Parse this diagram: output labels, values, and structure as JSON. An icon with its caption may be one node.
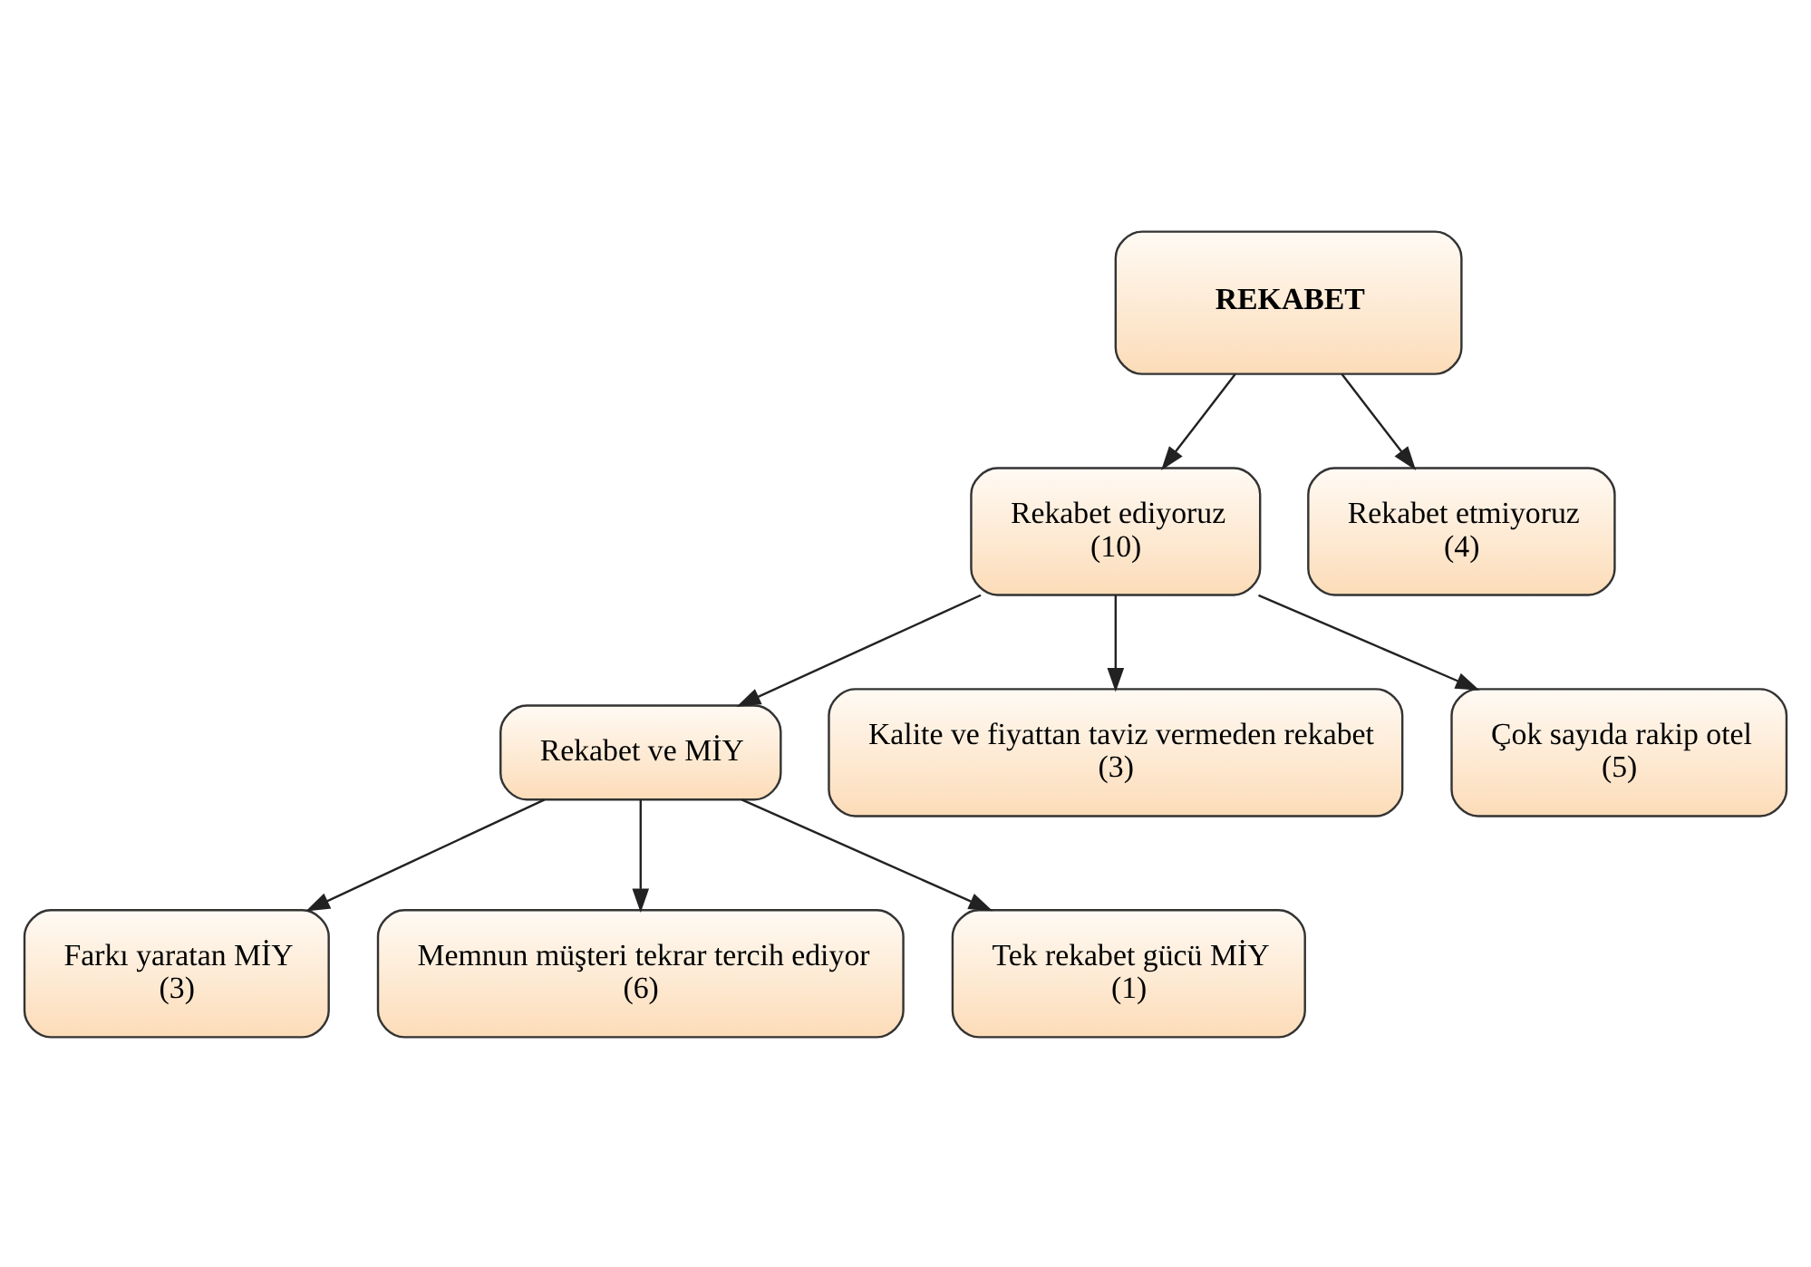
{
  "diagram": {
    "nodes": [
      {
        "text": [
          "REKABET"
        ]
      },
      {
        "text": [
          "Rekabet ediyoruz",
          "(10)"
        ]
      },
      {
        "text": [
          "Rekabet etmiyoruz",
          "(4)"
        ]
      },
      {
        "text": [
          "Rekabet ve MİY"
        ]
      },
      {
        "text": [
          "Kalite ve fiyattan taviz vermeden rekabet",
          "(3)"
        ]
      },
      {
        "text": [
          "Çok sayıda rakip otel",
          "(5)"
        ]
      },
      {
        "text": [
          "Farkı yaratan MİY",
          "(3)"
        ]
      },
      {
        "text": [
          "Memnun müşteri tekrar tercih ediyor",
          "(6)"
        ]
      },
      {
        "text": [
          "Tek rekabet gücü MİY",
          "(1)"
        ]
      }
    ],
    "edges": [
      {
        "from": 0,
        "to": 1,
        "arrow": "to"
      },
      {
        "from": 0,
        "to": 2,
        "arrow": "to"
      },
      {
        "from": 1,
        "to": 3,
        "arrow": "to"
      },
      {
        "from": 1,
        "to": 4,
        "arrow": "to"
      },
      {
        "from": 1,
        "to": 5,
        "arrow": "to"
      },
      {
        "from": 3,
        "to": 6,
        "arrow": "to"
      },
      {
        "from": 3,
        "to": 7,
        "arrow": "to"
      },
      {
        "from": 3,
        "to": 8,
        "arrow": "to"
      }
    ]
  }
}
